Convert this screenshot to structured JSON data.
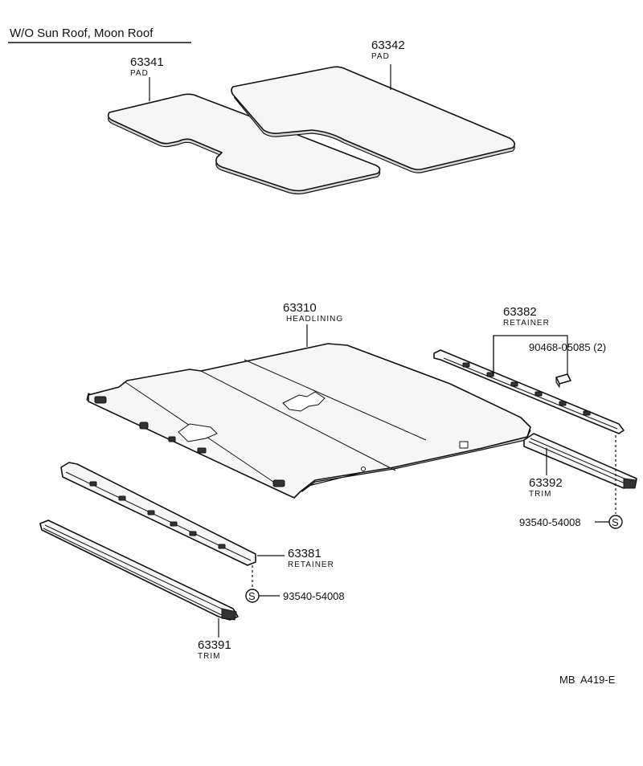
{
  "title": "W/O Sun Roof, Moon Roof",
  "parts": {
    "pad_63341": {
      "number": "63341",
      "name": "PAD"
    },
    "pad_63342": {
      "number": "63342",
      "name": "PAD"
    },
    "headlining": {
      "number": "63310",
      "name": "HEADLINING"
    },
    "retainer_63382": {
      "number": "63382",
      "name": "RETAINER"
    },
    "clip": {
      "number": "90468-05085 (2)"
    },
    "trim_63392": {
      "number": "63392",
      "name": "TRIM"
    },
    "screw_right": {
      "number": "93540-54008",
      "symbol": "S"
    },
    "retainer_63381": {
      "number": "63381",
      "name": "RETAINER"
    },
    "screw_left": {
      "number": "93540-54008",
      "symbol": "S"
    },
    "trim_63391": {
      "number": "63391",
      "name": "TRIM"
    }
  },
  "footer_code": "MB  A419-E"
}
